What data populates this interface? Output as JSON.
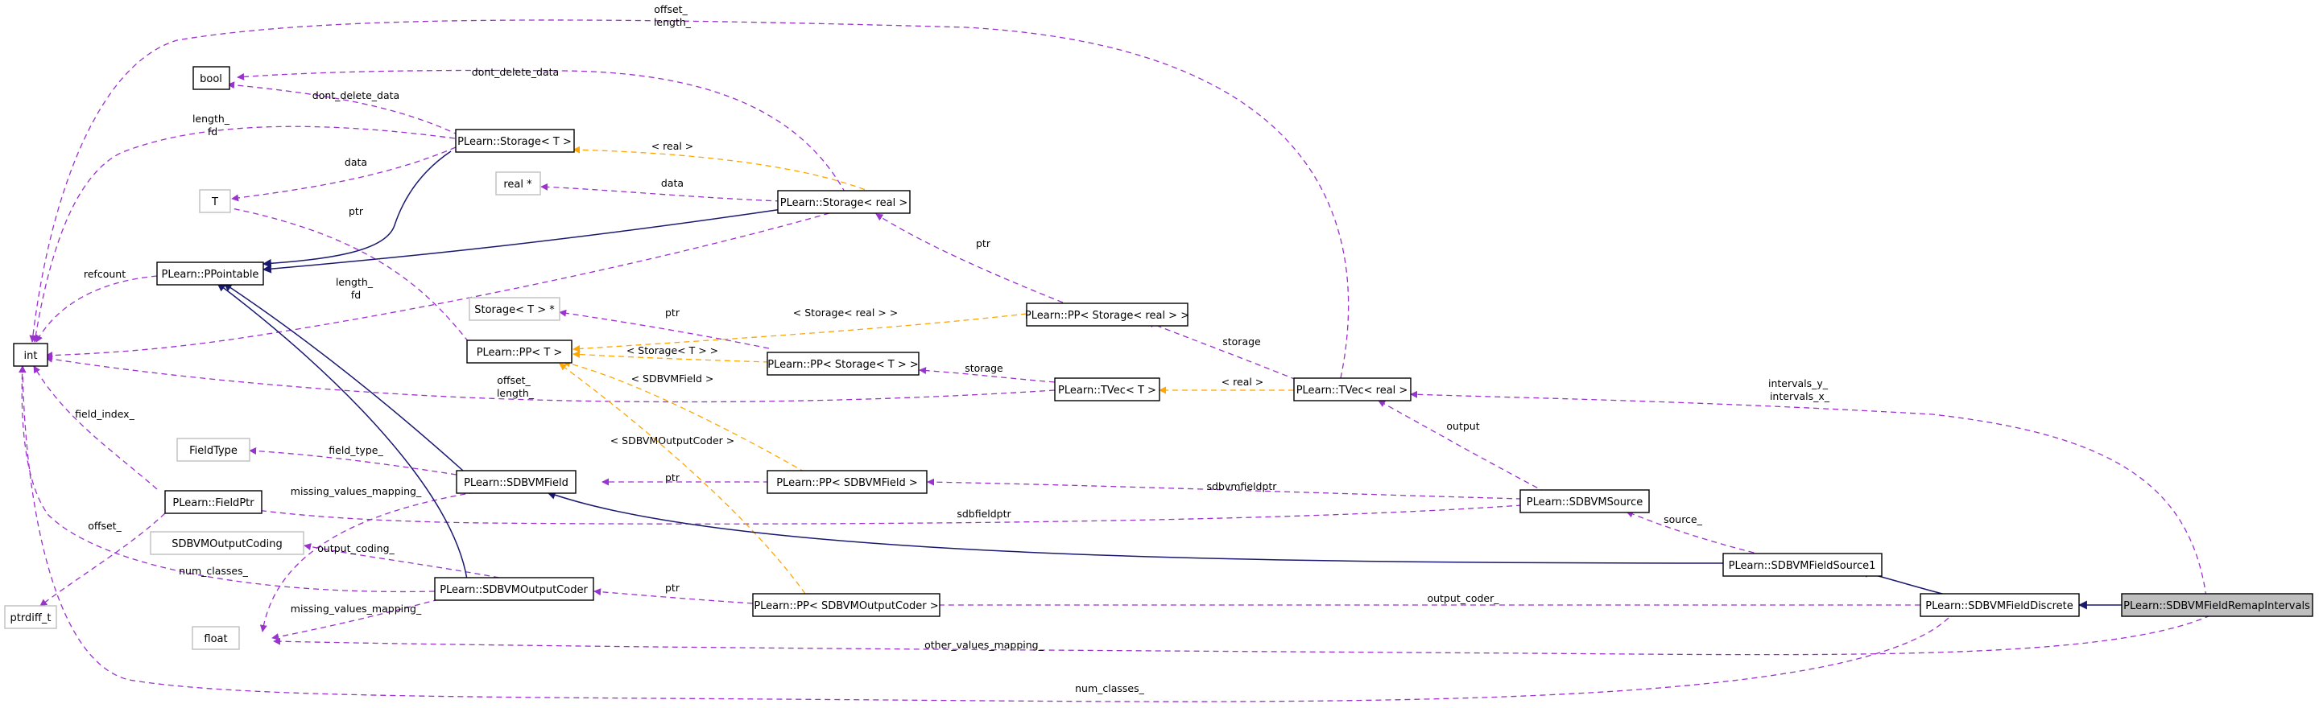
{
  "nodes": [
    {
      "id": "int",
      "label": "int",
      "kind": "class"
    },
    {
      "id": "bool",
      "label": "bool",
      "kind": "class"
    },
    {
      "id": "T",
      "label": "T",
      "kind": "external"
    },
    {
      "id": "real_ptr",
      "label": "real *",
      "kind": "external"
    },
    {
      "id": "storage_t_ptr",
      "label": "Storage< T > *",
      "kind": "external"
    },
    {
      "id": "fieldtype",
      "label": "FieldType",
      "kind": "external"
    },
    {
      "id": "sdbvmoutputcoding",
      "label": "SDBVMOutputCoding",
      "kind": "external"
    },
    {
      "id": "ptrdiff",
      "label": "ptrdiff_t",
      "kind": "external"
    },
    {
      "id": "float",
      "label": "float",
      "kind": "external"
    },
    {
      "id": "ppointable",
      "label": "PLearn::PPointable",
      "kind": "class"
    },
    {
      "id": "fieldptr",
      "label": "PLearn::FieldPtr",
      "kind": "class"
    },
    {
      "id": "storage_t",
      "label": "PLearn::Storage< T >",
      "kind": "class"
    },
    {
      "id": "storage_real",
      "label": "PLearn::Storage< real >",
      "kind": "class"
    },
    {
      "id": "pp_t",
      "label": "PLearn::PP< T >",
      "kind": "class"
    },
    {
      "id": "sdbvmfield",
      "label": "PLearn::SDBVMField",
      "kind": "class"
    },
    {
      "id": "sdbvmoutputcoder",
      "label": "PLearn::SDBVMOutputCoder",
      "kind": "class"
    },
    {
      "id": "pp_storage_real",
      "label": "PLearn::PP< Storage< real > >",
      "kind": "class"
    },
    {
      "id": "pp_storage_t",
      "label": "PLearn::PP< Storage< T > >",
      "kind": "class"
    },
    {
      "id": "tvec_t",
      "label": "PLearn::TVec< T >",
      "kind": "class"
    },
    {
      "id": "tvec_real",
      "label": "PLearn::TVec< real >",
      "kind": "class"
    },
    {
      "id": "pp_sdbvmfield",
      "label": "PLearn::PP< SDBVMField >",
      "kind": "class"
    },
    {
      "id": "pp_sdbvmoutputcoder",
      "label": "PLearn::PP< SDBVMOutputCoder >",
      "kind": "class"
    },
    {
      "id": "sdbvmsource",
      "label": "PLearn::SDBVMSource",
      "kind": "class"
    },
    {
      "id": "sdbvmfieldsource1",
      "label": "PLearn::SDBVMFieldSource1",
      "kind": "class"
    },
    {
      "id": "sdbvmfielddiscrete",
      "label": "PLearn::SDBVMFieldDiscrete",
      "kind": "class"
    },
    {
      "id": "sdbvmfieldremapintervals",
      "label": "PLearn::SDBVMFieldRemapIntervals",
      "kind": "focus"
    }
  ],
  "edge_labels": {
    "offset_length_top": [
      "offset_",
      "length_"
    ],
    "dont_delete_data_top": [
      "dont_delete_data"
    ],
    "dont_delete_data_left": [
      "dont_delete_data"
    ],
    "length_fd_upper": [
      "length_",
      "fd"
    ],
    "data_T": [
      "data"
    ],
    "real_template": [
      "< real >"
    ],
    "data_realptr": [
      "data"
    ],
    "refcount": [
      "refcount"
    ],
    "ptr_T": [
      "ptr"
    ],
    "ptr_storage_real": [
      "ptr"
    ],
    "length_fd_lower": [
      "length_",
      "fd"
    ],
    "storage_real_template": [
      "< Storage< real > >"
    ],
    "ptr_storage_t_ptr": [
      "ptr"
    ],
    "storage_t_template": [
      "< Storage< T > >"
    ],
    "storage_edge": [
      "storage"
    ],
    "storage_tvec": [
      "storage"
    ],
    "offset_length_mid": [
      "offset_",
      "length_"
    ],
    "real_template_tvec": [
      "< real >"
    ],
    "sdbvmfield_template": [
      "< SDBVMField >"
    ],
    "intervals": [
      "intervals_y_",
      "intervals_x_"
    ],
    "field_index": [
      "field_index_"
    ],
    "field_type": [
      "field_type_"
    ],
    "output_edge": [
      "output"
    ],
    "sdbvmoutputcoder_template": [
      "< SDBVMOutputCoder >"
    ],
    "missing_values_mapping_upper": [
      "missing_values_mapping_"
    ],
    "ptr_sdbvmfield": [
      "ptr"
    ],
    "sdbvmfieldptr": [
      "sdbvmfieldptr"
    ],
    "offset_fieldptr": [
      "offset_"
    ],
    "sdbfieldptr": [
      "sdbfieldptr"
    ],
    "output_coding": [
      "output_coding_"
    ],
    "source_edge": [
      "source_"
    ],
    "num_classes_left": [
      "num_classes_"
    ],
    "ptr_outputcoder": [
      "ptr"
    ],
    "output_coder": [
      "output_coder_"
    ],
    "missing_values_mapping_lower": [
      "missing_values_mapping_"
    ],
    "other_values_mapping": [
      "other_values_mapping_"
    ],
    "num_classes_bottom": [
      "num_classes_"
    ]
  },
  "colors": {
    "member_edge": "#9a32cd",
    "template_edge": "#ffa500",
    "inheritance_edge": "#191970",
    "external_border": "#bfbfbf",
    "focus_fill": "#bfbfbf"
  }
}
